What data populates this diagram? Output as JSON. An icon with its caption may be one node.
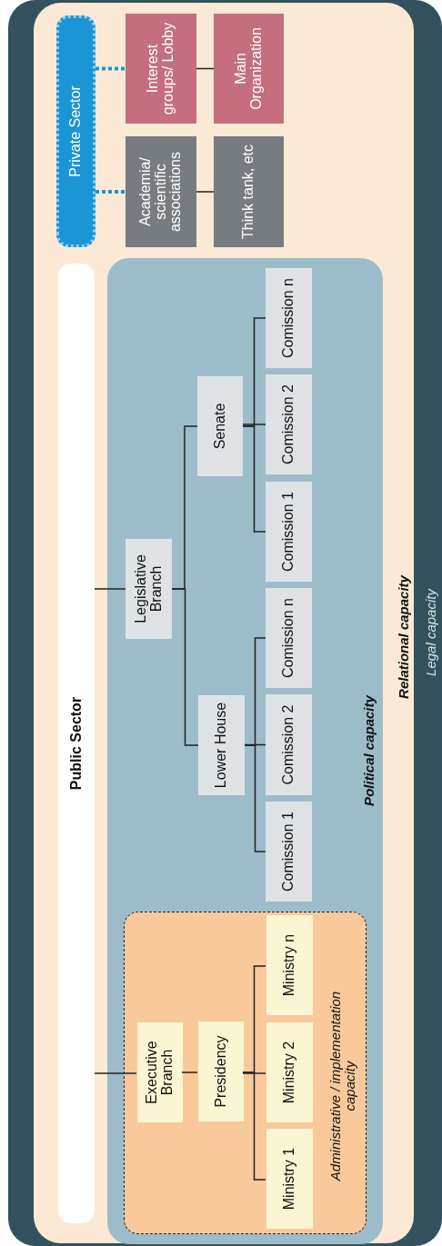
{
  "diagram": {
    "nodes": [
      {
        "text": [
          "Legal capacity"
        ]
      },
      {
        "text": [
          "Relational capacity"
        ],
        "in": 0
      },
      {
        "text": [
          "Public Sector"
        ],
        "in": 1
      },
      {
        "text": [
          "Private Sector"
        ],
        "in": 1
      },
      {
        "text": [
          "Interest groups/ Lobby"
        ],
        "in": 1
      },
      {
        "text": [
          "Main Organization"
        ],
        "in": 1
      },
      {
        "text": [
          "Academia/ scientific associations"
        ],
        "in": 1
      },
      {
        "text": [
          "Think tank, etc"
        ],
        "in": 1
      },
      {
        "text": [
          "Political capacity"
        ],
        "in": 1
      },
      {
        "text": [
          "Administrative / implementation capacity"
        ],
        "in": 8
      },
      {
        "text": [
          "Executive Branch"
        ],
        "in": 9
      },
      {
        "text": [
          "Presidency"
        ],
        "in": 9
      },
      {
        "text": [
          "Ministry 1"
        ],
        "in": 9
      },
      {
        "text": [
          "Ministry 2"
        ],
        "in": 9
      },
      {
        "text": [
          "Ministry n"
        ],
        "in": 9
      },
      {
        "text": [
          "Legislative Branch"
        ],
        "in": 8
      },
      {
        "text": [
          "Lower House"
        ],
        "in": 8
      },
      {
        "text": [
          "Senate"
        ],
        "in": 8
      },
      {
        "text": [
          "Comission 1"
        ],
        "in": 8
      },
      {
        "text": [
          "Comission 2"
        ],
        "in": 8
      },
      {
        "text": [
          "Comission n"
        ],
        "in": 8
      },
      {
        "text": [
          "Comission 1"
        ],
        "in": 8
      },
      {
        "text": [
          "Comission 2"
        ],
        "in": 8
      },
      {
        "text": [
          "Comission n"
        ],
        "in": 8
      }
    ],
    "edges": [
      {
        "from": 2,
        "to": 10,
        "arrow": "none"
      },
      {
        "from": 2,
        "to": 15,
        "arrow": "none"
      },
      {
        "from": 10,
        "to": 11,
        "arrow": "none"
      },
      {
        "from": 11,
        "to": 12,
        "arrow": "none"
      },
      {
        "from": 11,
        "to": 13,
        "arrow": "none"
      },
      {
        "from": 11,
        "to": 14,
        "arrow": "none"
      },
      {
        "from": 15,
        "to": 16,
        "arrow": "none"
      },
      {
        "from": 15,
        "to": 17,
        "arrow": "none"
      },
      {
        "from": 16,
        "to": 18,
        "arrow": "none"
      },
      {
        "from": 16,
        "to": 19,
        "arrow": "none"
      },
      {
        "from": 16,
        "to": 20,
        "arrow": "none"
      },
      {
        "from": 17,
        "to": 21,
        "arrow": "none"
      },
      {
        "from": 17,
        "to": 22,
        "arrow": "none"
      },
      {
        "from": 17,
        "to": 23,
        "arrow": "none"
      },
      {
        "from": 3,
        "to": 4,
        "arrow": "none",
        "style": "dashed",
        "color": "#1b95d3"
      },
      {
        "from": 3,
        "to": 6,
        "arrow": "none",
        "style": "dashed",
        "color": "#1b95d3"
      },
      {
        "from": 4,
        "to": 5,
        "arrow": "none"
      },
      {
        "from": 6,
        "to": 7,
        "arrow": "none"
      }
    ]
  }
}
